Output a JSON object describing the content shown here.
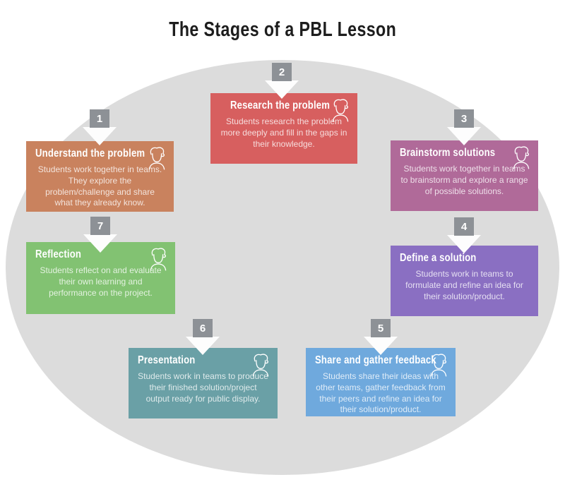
{
  "page": {
    "title": "The Stages of a PBL Lesson",
    "background_color": "#ffffff",
    "ellipse_color": "#dcdcdc",
    "badge_color": "#8d9196",
    "arrow_color": "#fdfdfd",
    "title_color": "#1d1d1d"
  },
  "stages": [
    {
      "number": "1",
      "title": "Understand the problem",
      "description": "Students work together in teams. They explore the problem/challenge and share what they already know.",
      "color": "#c9825e",
      "icon": "person-icon"
    },
    {
      "number": "2",
      "title": "Research the problem",
      "description": "Students research the problem more deeply and fill in the gaps in their knowledge.",
      "color": "#d75f5f",
      "icon": "person-icon"
    },
    {
      "number": "3",
      "title": "Brainstorm solutions",
      "description": "Students work together in teams to brainstorm and explore a range of possible solutions.",
      "color": "#b06a99",
      "icon": "person-icon"
    },
    {
      "number": "4",
      "title": "Define a solution",
      "description": "Students work in teams to formulate and refine an idea for their solution/product.",
      "color": "#8a6fc2",
      "icon": ""
    },
    {
      "number": "5",
      "title": "Share and gather feedback",
      "description": "Students share their ideas with other teams, gather feedback from their peers and refine an idea for their solution/product.",
      "color": "#6fa9dd",
      "icon": "person-icon"
    },
    {
      "number": "6",
      "title": "Presentation",
      "description": "Students work in teams to produce their finished solution/project output ready for public display.",
      "color": "#6aa0a6",
      "icon": "person-icon"
    },
    {
      "number": "7",
      "title": "Reflection",
      "description": "Students reflect on and evaluate their own learning and performance on the project.",
      "color": "#82c272",
      "icon": "person-icon"
    }
  ]
}
